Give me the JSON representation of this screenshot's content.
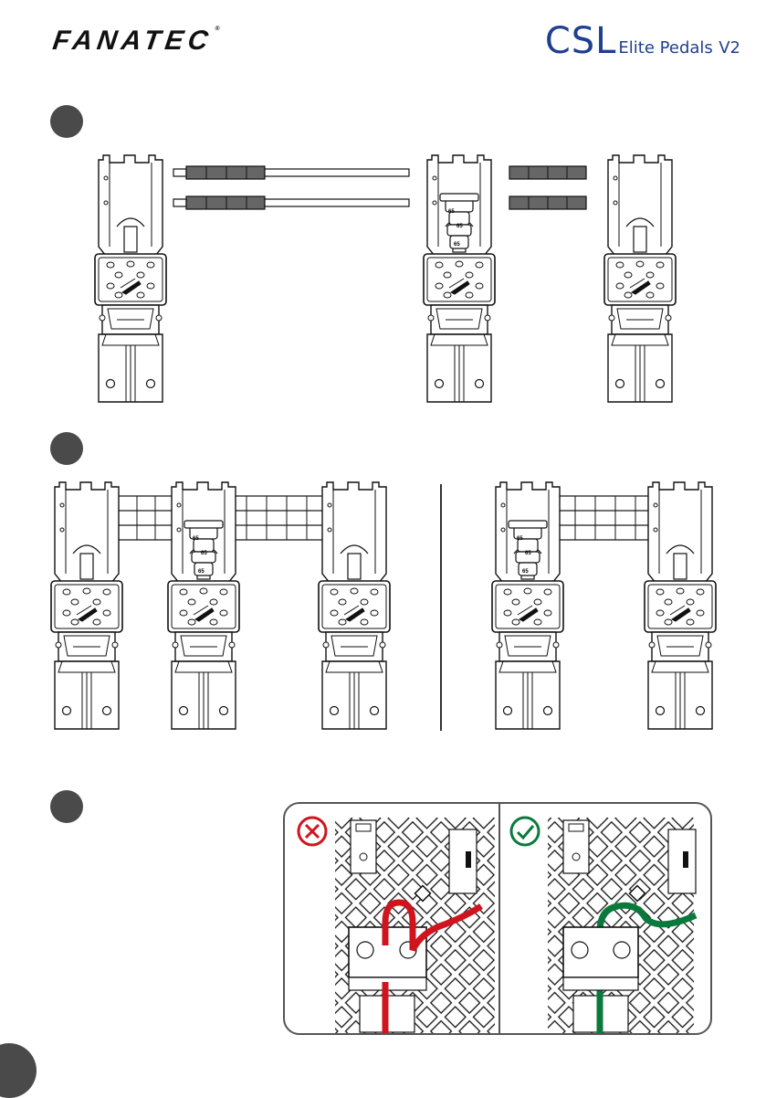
{
  "header": {
    "brand": "FANATEC",
    "brand_mark": "®",
    "product_main": "CSL",
    "product_sub": "Elite Pedals",
    "product_version": "V2"
  },
  "figures": {
    "step1": {
      "pedal_labels": [
        "65",
        "65",
        "65"
      ]
    },
    "step2": {
      "pedal_labels_left": [
        "65",
        "65",
        "65"
      ],
      "pedal_labels_right": [
        "65",
        "65",
        "65"
      ]
    },
    "step3": {
      "wrong_icon": "x-circle-icon",
      "right_icon": "check-circle-icon"
    }
  },
  "colors": {
    "brand_blue": "#1f3f8f",
    "wrong_red": "#d0141e",
    "right_green": "#0a7a3c",
    "step_dot": "#4a4a4a",
    "line": "#111111"
  }
}
